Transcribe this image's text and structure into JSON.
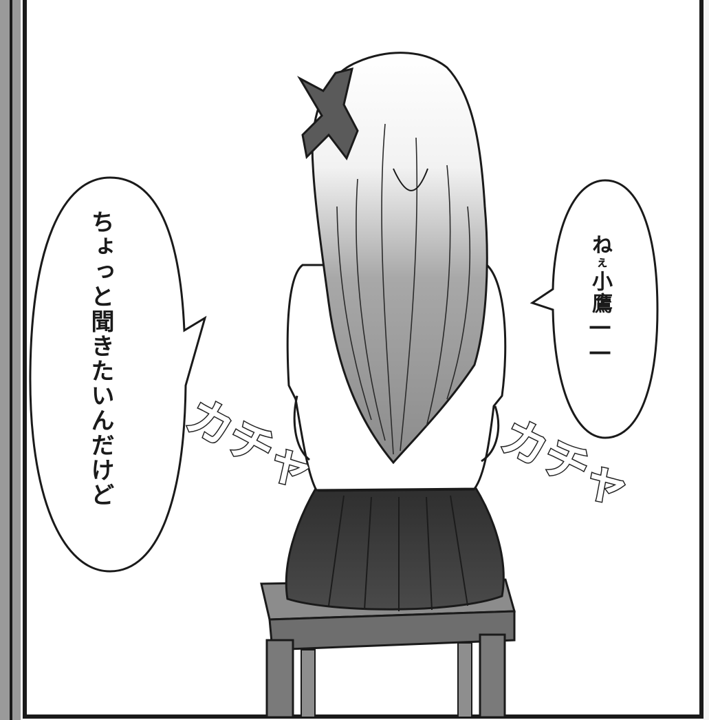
{
  "speech": {
    "left": "ちょっと聞きたいんだけど",
    "right_main": "ね",
    "right_small": "ぇ",
    "right_name": "小鷹",
    "right_dash": "――"
  },
  "sfx": {
    "left": "カチャ",
    "right": "カチャ"
  },
  "colors": {
    "ink": "#1a1a1a",
    "paper": "#ffffff",
    "skirt": "#3a3a3a",
    "chair": "#8a8a8a",
    "hair_shade": "#9a9a9a"
  }
}
